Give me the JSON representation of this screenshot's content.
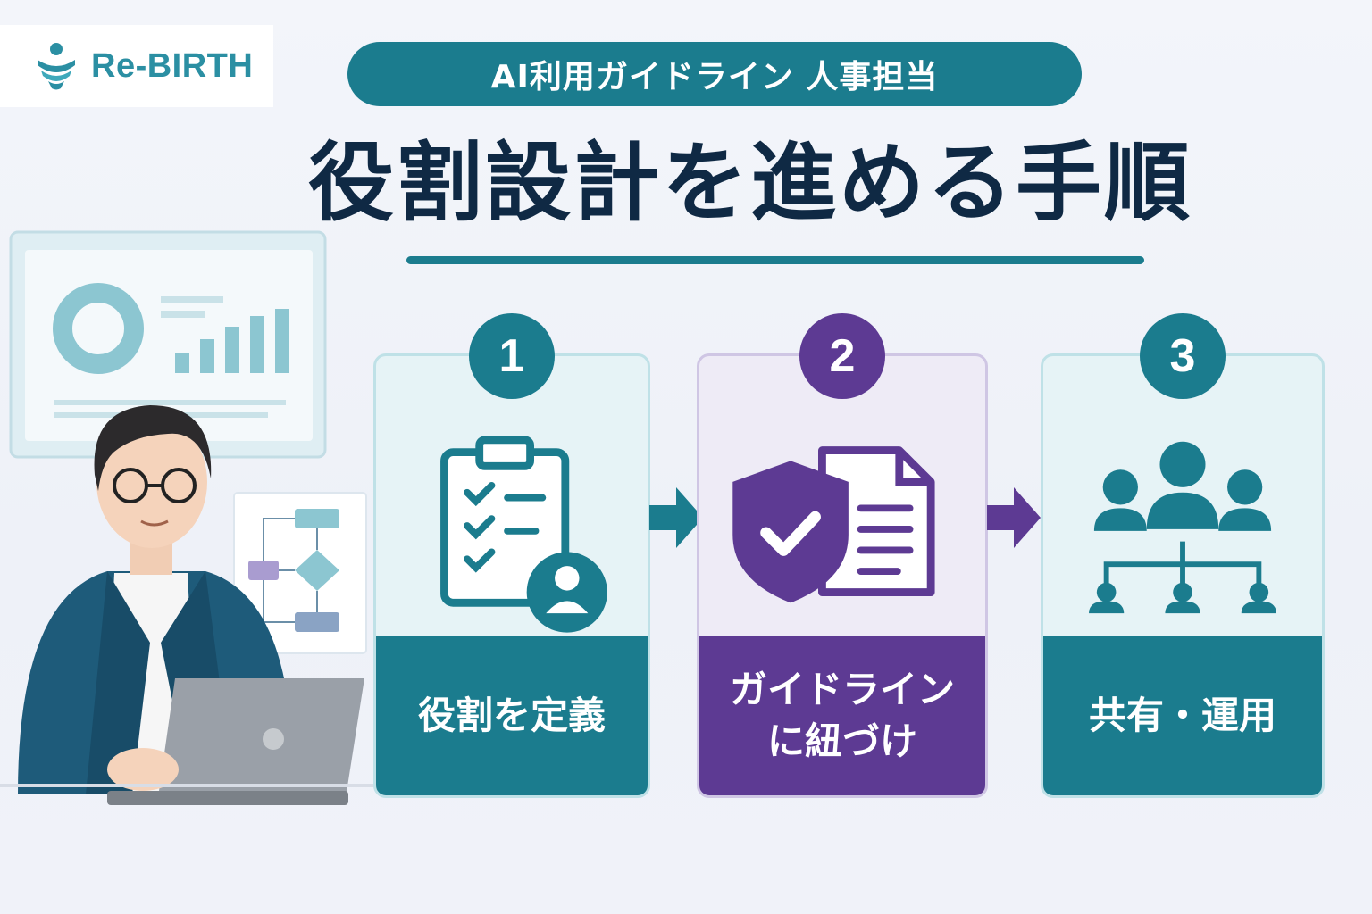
{
  "brand": {
    "name": "Re-BIRTH",
    "color": "#2b8fa3"
  },
  "header": {
    "tag": "AI利用ガイドライン 人事担当",
    "title": "役割設計を進める手順"
  },
  "colors": {
    "teal": "#1b7c8e",
    "purple": "#5d3a93",
    "navy": "#0f2944"
  },
  "steps": [
    {
      "number": "1",
      "label": "役割を定義",
      "icon": "clipboard-user-icon"
    },
    {
      "number": "2",
      "label": "ガイドライン\nに紐づけ",
      "icon": "shield-document-icon"
    },
    {
      "number": "3",
      "label": "共有・運用",
      "icon": "team-hierarchy-icon"
    }
  ]
}
